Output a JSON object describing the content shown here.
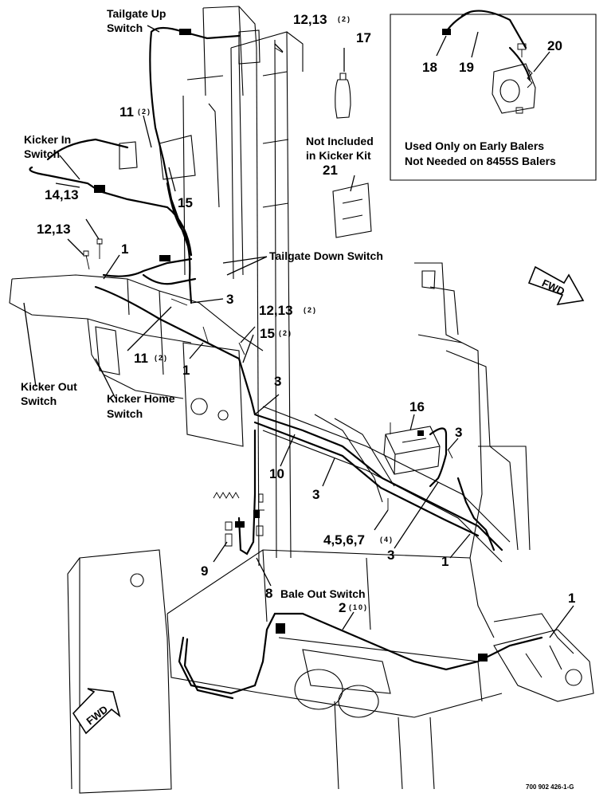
{
  "callouts": {
    "c1a": "1",
    "c1b": "1",
    "c1c": "1",
    "c1d": "1",
    "c2": "2",
    "c2q": "(10)",
    "c3a": "3",
    "c3b": "3",
    "c3c": "3",
    "c3d": "3",
    "c3e": "3",
    "c4": "4,5,6,7",
    "c4q": "(4)",
    "c8": "8",
    "c9": "9",
    "c10": "10",
    "c11a": "11",
    "c11aq": "(2)",
    "c11b": "11",
    "c11bq": "(2)",
    "c12a": "12,13",
    "c12aq": "(2)",
    "c12b": "12,13",
    "c12c": "12,13",
    "c12cq": "(2)",
    "c14": "14,13",
    "c15a": "15",
    "c15b": "15",
    "c15bq": "(2)",
    "c16": "16",
    "c17": "17",
    "c18": "18",
    "c19": "19",
    "c20": "20",
    "c21": "21"
  },
  "labels": {
    "tailgate_up_1": "Tailgate Up",
    "tailgate_up_2": "Switch",
    "kicker_in_1": "Kicker In",
    "kicker_in_2": "Switch",
    "not_included_1": "Not Included",
    "not_included_2": "in Kicker Kit",
    "tailgate_down": "Tailgate Down Switch",
    "kicker_out_1": "Kicker Out",
    "kicker_out_2": "Switch",
    "kicker_home_1": "Kicker Home",
    "kicker_home_2": "Switch",
    "bale_out": "Bale Out Switch",
    "early_1": "Used Only on Early Balers",
    "early_2": "Not Needed on 8455S Balers",
    "fwd_right": "FWD",
    "fwd_left": "FWD",
    "drawing_no": "700 902 426-1-G"
  }
}
